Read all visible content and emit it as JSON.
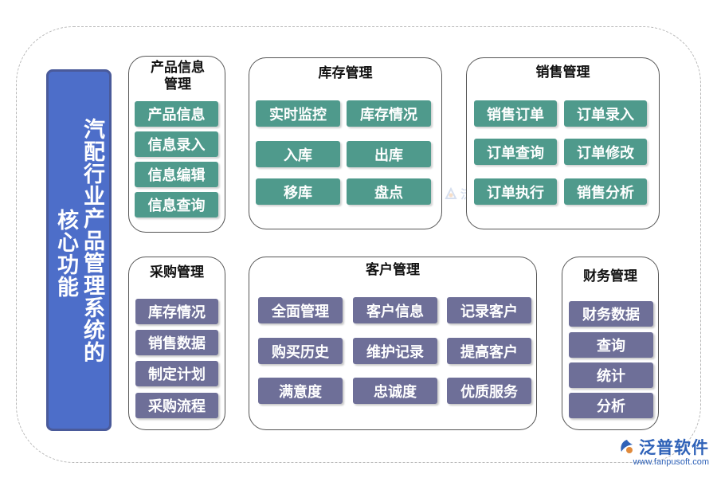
{
  "banner": {
    "title_main": "汽配行业产品管理系统的",
    "title_sub": "核心功能"
  },
  "modules": {
    "product_info": {
      "title": "产品信息管理",
      "items": [
        "产品信息",
        "信息录入",
        "信息编辑",
        "信息查询"
      ]
    },
    "inventory": {
      "title": "库存管理",
      "items": [
        "实时监控",
        "库存情况",
        "入库",
        "出库",
        "移库",
        "盘点"
      ]
    },
    "sales": {
      "title": "销售管理",
      "items": [
        "销售订单",
        "订单录入",
        "订单查询",
        "订单修改",
        "订单执行",
        "销售分析"
      ]
    },
    "purchase": {
      "title": "采购管理",
      "items": [
        "库存情况",
        "销售数据",
        "制定计划",
        "采购流程"
      ]
    },
    "customer": {
      "title": "客户管理",
      "items": [
        "全面管理",
        "客户信息",
        "记录客户",
        "购买历史",
        "维护记录",
        "提高客户",
        "满意度",
        "忠诚度",
        "优质服务"
      ]
    },
    "finance": {
      "title": "财务管理",
      "items": [
        "财务数据",
        "查询",
        "统计",
        "分析"
      ]
    }
  },
  "logo": {
    "name": "泛普软件",
    "url": "www.fanpusoft.com",
    "icon": "fanpu-logo-icon"
  },
  "watermark": {
    "text": "泛普"
  },
  "colors": {
    "banner": "#4d6ec9",
    "green_button": "#4f9a8c",
    "purple_button": "#6e6f98",
    "logo_blue": "#2f62b8"
  }
}
